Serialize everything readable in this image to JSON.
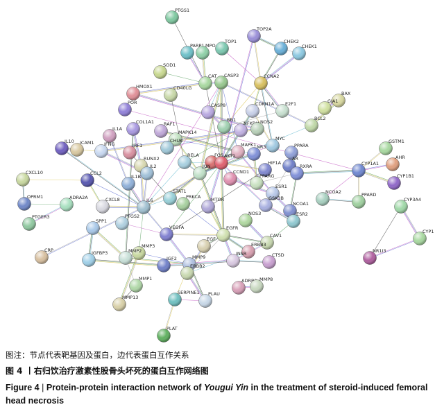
{
  "caption": {
    "note": "图注：节点代表靶基因及蛋白，边代表蛋白互作关系",
    "cn": "图 4 丨右归饮治疗激素性股骨头坏死的蛋白互作网络图",
    "en_prefix": "Figure 4",
    "en_text_before": "Protein-protein interaction network of ",
    "en_italic": "Yougui Yin",
    "en_text_after": " in the treatment of steroid-induced femoral head necrosis"
  },
  "network": {
    "nodes": [
      {
        "id": "PTGS1",
        "label": "PTGS1",
        "color": "#7fc8a0"
      },
      {
        "id": "PARP1",
        "label": "PARP1",
        "color": "#6ec0c8"
      },
      {
        "id": "MPO",
        "label": "MPO",
        "color": "#8fd0a8"
      },
      {
        "id": "TOP1",
        "label": "TOP1",
        "color": "#7cc8b0"
      },
      {
        "id": "TOP2A",
        "label": "TOP2A",
        "color": "#9a8fd8"
      },
      {
        "id": "CHEK2",
        "label": "CHEK2",
        "color": "#6ab0d8"
      },
      {
        "id": "CHEK1",
        "label": "CHEK1",
        "color": "#8cc8e0"
      },
      {
        "id": "SOD1",
        "label": "SOD1",
        "color": "#c8d890"
      },
      {
        "id": "CAT",
        "label": "CAT",
        "color": "#a8d8a0"
      },
      {
        "id": "CASP3",
        "label": "CASP3",
        "color": "#98c890"
      },
      {
        "id": "CCNA2",
        "label": "CCNA2",
        "color": "#d8c060"
      },
      {
        "id": "HMOX1",
        "label": "HMOX1",
        "color": "#e09098"
      },
      {
        "id": "CD40LG",
        "label": "CD40LG",
        "color": "#c8d8a8"
      },
      {
        "id": "BAX",
        "label": "BAX",
        "color": "#d8d8a0"
      },
      {
        "id": "GJA1",
        "label": "GJA1",
        "color": "#d0e0a0"
      },
      {
        "id": "POR",
        "label": "POR",
        "color": "#9080d8"
      },
      {
        "id": "CASP8",
        "label": "CASP8",
        "color": "#b8a8e0"
      },
      {
        "id": "CDKN1A",
        "label": "CDKN1A",
        "color": "#c8d0e8"
      },
      {
        "id": "E2F1",
        "label": "E2F1",
        "color": "#c8e0d0"
      },
      {
        "id": "COL1A1",
        "label": "COL1A1",
        "color": "#a898e0"
      },
      {
        "id": "RB1",
        "label": "RB1",
        "color": "#a0d0b0"
      },
      {
        "id": "NFKBIA",
        "label": "NFKBIA",
        "color": "#c0b0e0"
      },
      {
        "id": "NOS2",
        "label": "NOS2",
        "color": "#b8d0b8"
      },
      {
        "id": "BCL2",
        "label": "BCL2",
        "color": "#c0d8a8"
      },
      {
        "id": "IL1A",
        "label": "IL1A",
        "color": "#d0a0c0"
      },
      {
        "id": "RAF1",
        "label": "RAF1",
        "color": "#c0a8d8"
      },
      {
        "id": "MAPK14",
        "label": "MAPK14",
        "color": "#c0e0c0"
      },
      {
        "id": "ICAM1",
        "label": "ICAM1",
        "color": "#d8c8a0"
      },
      {
        "id": "IL10",
        "label": "IL10",
        "color": "#7060c0"
      },
      {
        "id": "IFNG",
        "label": "IFNG",
        "color": "#c8d8f0"
      },
      {
        "id": "CHUK",
        "label": "CHUK",
        "color": "#a0c8d8"
      },
      {
        "id": "IRF1",
        "label": "IRF1",
        "color": "#d890a0"
      },
      {
        "id": "MAPK1",
        "label": "MAPK1",
        "color": "#e0b0c0"
      },
      {
        "id": "NR3C1",
        "label": "NR3C1",
        "color": "#8090d8"
      },
      {
        "id": "MYC",
        "label": "MYC",
        "color": "#a0c8e0"
      },
      {
        "id": "GSTM1",
        "label": "GSTM1",
        "color": "#a8d8a0"
      },
      {
        "id": "PPARA",
        "label": "PPARA",
        "color": "#90a0d8"
      },
      {
        "id": "AR",
        "label": "AR",
        "color": "#7080c8"
      },
      {
        "id": "FOS",
        "label": "FOS",
        "color": "#d87070"
      },
      {
        "id": "AKT1",
        "label": "AKT1",
        "color": "#e06070"
      },
      {
        "id": "RUNX2",
        "label": "RUNX2",
        "color": "#d8d8b0"
      },
      {
        "id": "RELA",
        "label": "RELA",
        "color": "#a8d0e0"
      },
      {
        "id": "IL2",
        "label": "IL2",
        "color": "#a0c0d8"
      },
      {
        "id": "JUN",
        "label": "JUN",
        "color": "#c0e0c8"
      },
      {
        "id": "CCL2",
        "label": "CCL2",
        "color": "#5858b0"
      },
      {
        "id": "IL1B",
        "label": "IL1B",
        "color": "#90b0d8"
      },
      {
        "id": "CXCL10",
        "label": "CXCL10",
        "color": "#c8d8a0"
      },
      {
        "id": "CCND1",
        "label": "CCND1",
        "color": "#e090b0"
      },
      {
        "id": "HIF1A",
        "label": "HIF1A",
        "color": "#8088d0"
      },
      {
        "id": "CYP1A1",
        "label": "CYP1A1",
        "color": "#7088d0"
      },
      {
        "id": "AHR",
        "label": "AHR",
        "color": "#e0a080"
      },
      {
        "id": "CYP1B1",
        "label": "CYP1B1",
        "color": "#9068c8"
      },
      {
        "id": "PPARG",
        "label": "PPARG",
        "color": "#c8e0c0"
      },
      {
        "id": "RXRA",
        "label": "RXRA",
        "color": "#8090d8"
      },
      {
        "id": "ESR1",
        "label": "ESR1",
        "color": "#b8c8e8"
      },
      {
        "id": "OPRM1",
        "label": "OPRM1",
        "color": "#7088c8"
      },
      {
        "id": "ADRA2A",
        "label": "ADRA2A",
        "color": "#a8e0c0"
      },
      {
        "id": "CXCL8",
        "label": "CXCL8",
        "color": "#d8d8e0"
      },
      {
        "id": "IL6",
        "label": "IL6",
        "color": "#a0c0d0"
      },
      {
        "id": "STAT1",
        "label": "STAT1",
        "color": "#98d0d8"
      },
      {
        "id": "PRKCA",
        "label": "PRKCA",
        "color": "#a8d0a0"
      },
      {
        "id": "MTOR",
        "label": "MTOR",
        "color": "#b0a8d8"
      },
      {
        "id": "GSK3B",
        "label": "GSK3B",
        "color": "#a8b0e0"
      },
      {
        "id": "NCOA1",
        "label": "NCOA1",
        "color": "#8090d0"
      },
      {
        "id": "NCOA2",
        "label": "NCOA2",
        "color": "#a8d0c0"
      },
      {
        "id": "PPARD",
        "label": "PPARD",
        "color": "#a0d0a0"
      },
      {
        "id": "CYP3A4",
        "label": "CYP3A4",
        "color": "#a0d8a8"
      },
      {
        "id": "PTGER3",
        "label": "PTGER3",
        "color": "#90c8a0"
      },
      {
        "id": "SPP1",
        "label": "SPP1",
        "color": "#a8c8e8"
      },
      {
        "id": "PTGS2",
        "label": "PTGS2",
        "color": "#b0d0e0"
      },
      {
        "id": "VEGFA",
        "label": "VEGFA",
        "color": "#8080d0"
      },
      {
        "id": "EGFR",
        "label": "EGFR",
        "color": "#d0e0b0"
      },
      {
        "id": "NOS3",
        "label": "NOS3",
        "color": "#b0d8a0"
      },
      {
        "id": "ESR2",
        "label": "ESR2",
        "color": "#90c8d0"
      },
      {
        "id": "CYP1",
        "label": "CYP1",
        "color": "#a8d8a0"
      },
      {
        "id": "CAV1",
        "label": "CAV1",
        "color": "#c8d8b0"
      },
      {
        "id": "EGF",
        "label": "EGF",
        "color": "#d8d0b0"
      },
      {
        "id": "ERBB3",
        "label": "ERBB3",
        "color": "#d8a0b0"
      },
      {
        "id": "CRP",
        "label": "CRP",
        "color": "#d8c0a0"
      },
      {
        "id": "IGFBP3",
        "label": "IGFBP3",
        "color": "#a0d0e8"
      },
      {
        "id": "MMP3",
        "label": "MMP3",
        "color": "#c8d8a0"
      },
      {
        "id": "MMP2",
        "label": "MMP2",
        "color": "#c8e0d8"
      },
      {
        "id": "IGF2",
        "label": "IGF2",
        "color": "#7080c8"
      },
      {
        "id": "MMP9",
        "label": "MMP9",
        "color": "#b0c0e0"
      },
      {
        "id": "INSR",
        "label": "INSR",
        "color": "#d8c8e0"
      },
      {
        "id": "CTSD",
        "label": "CTSD",
        "color": "#c8a0d0"
      },
      {
        "id": "ERBB2",
        "label": "ERBB2",
        "color": "#c8d8b0"
      },
      {
        "id": "NR1I3",
        "label": "NR1I3",
        "color": "#b060a0"
      },
      {
        "id": "MMP1",
        "label": "MMP1",
        "color": "#b0d8a8"
      },
      {
        "id": "ADRB2",
        "label": "ADRB2",
        "color": "#d8a0b8"
      },
      {
        "id": "MMP8",
        "label": "MMP8",
        "color": "#c8d8c0"
      },
      {
        "id": "MMP13",
        "label": "MMP13",
        "color": "#d8d0a8"
      },
      {
        "id": "SERPINE1",
        "label": "SERPINE1",
        "color": "#70c0c0"
      },
      {
        "id": "PLAU",
        "label": "PLAU",
        "color": "#c8d8e8"
      },
      {
        "id": "PLAT",
        "label": "PLAT",
        "color": "#60b060"
      }
    ]
  }
}
